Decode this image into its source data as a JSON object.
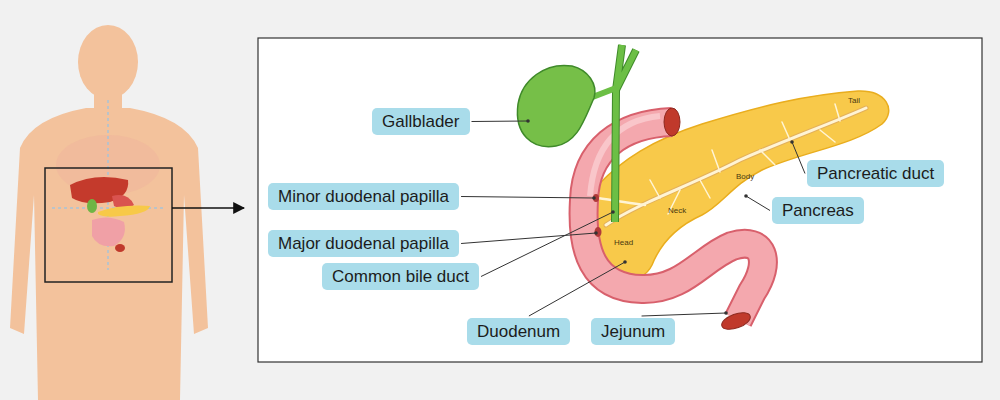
{
  "diagram": {
    "nodes": [
      {
        "text": [
          "Gallblader"
        ]
      },
      {
        "text": [
          "Minor duodenal papilla"
        ]
      },
      {
        "text": [
          "Pancreatic duct"
        ]
      },
      {
        "text": [
          "Pancreas"
        ]
      },
      {
        "text": [
          "Major duodenal papilla"
        ]
      },
      {
        "text": [
          "Common bile duct"
        ]
      },
      {
        "text": [
          "Duodenum"
        ]
      },
      {
        "text": [
          "Jejunum"
        ]
      }
    ],
    "labels": [
      "Tail",
      "Body",
      "Neck",
      "Head"
    ]
  }
}
